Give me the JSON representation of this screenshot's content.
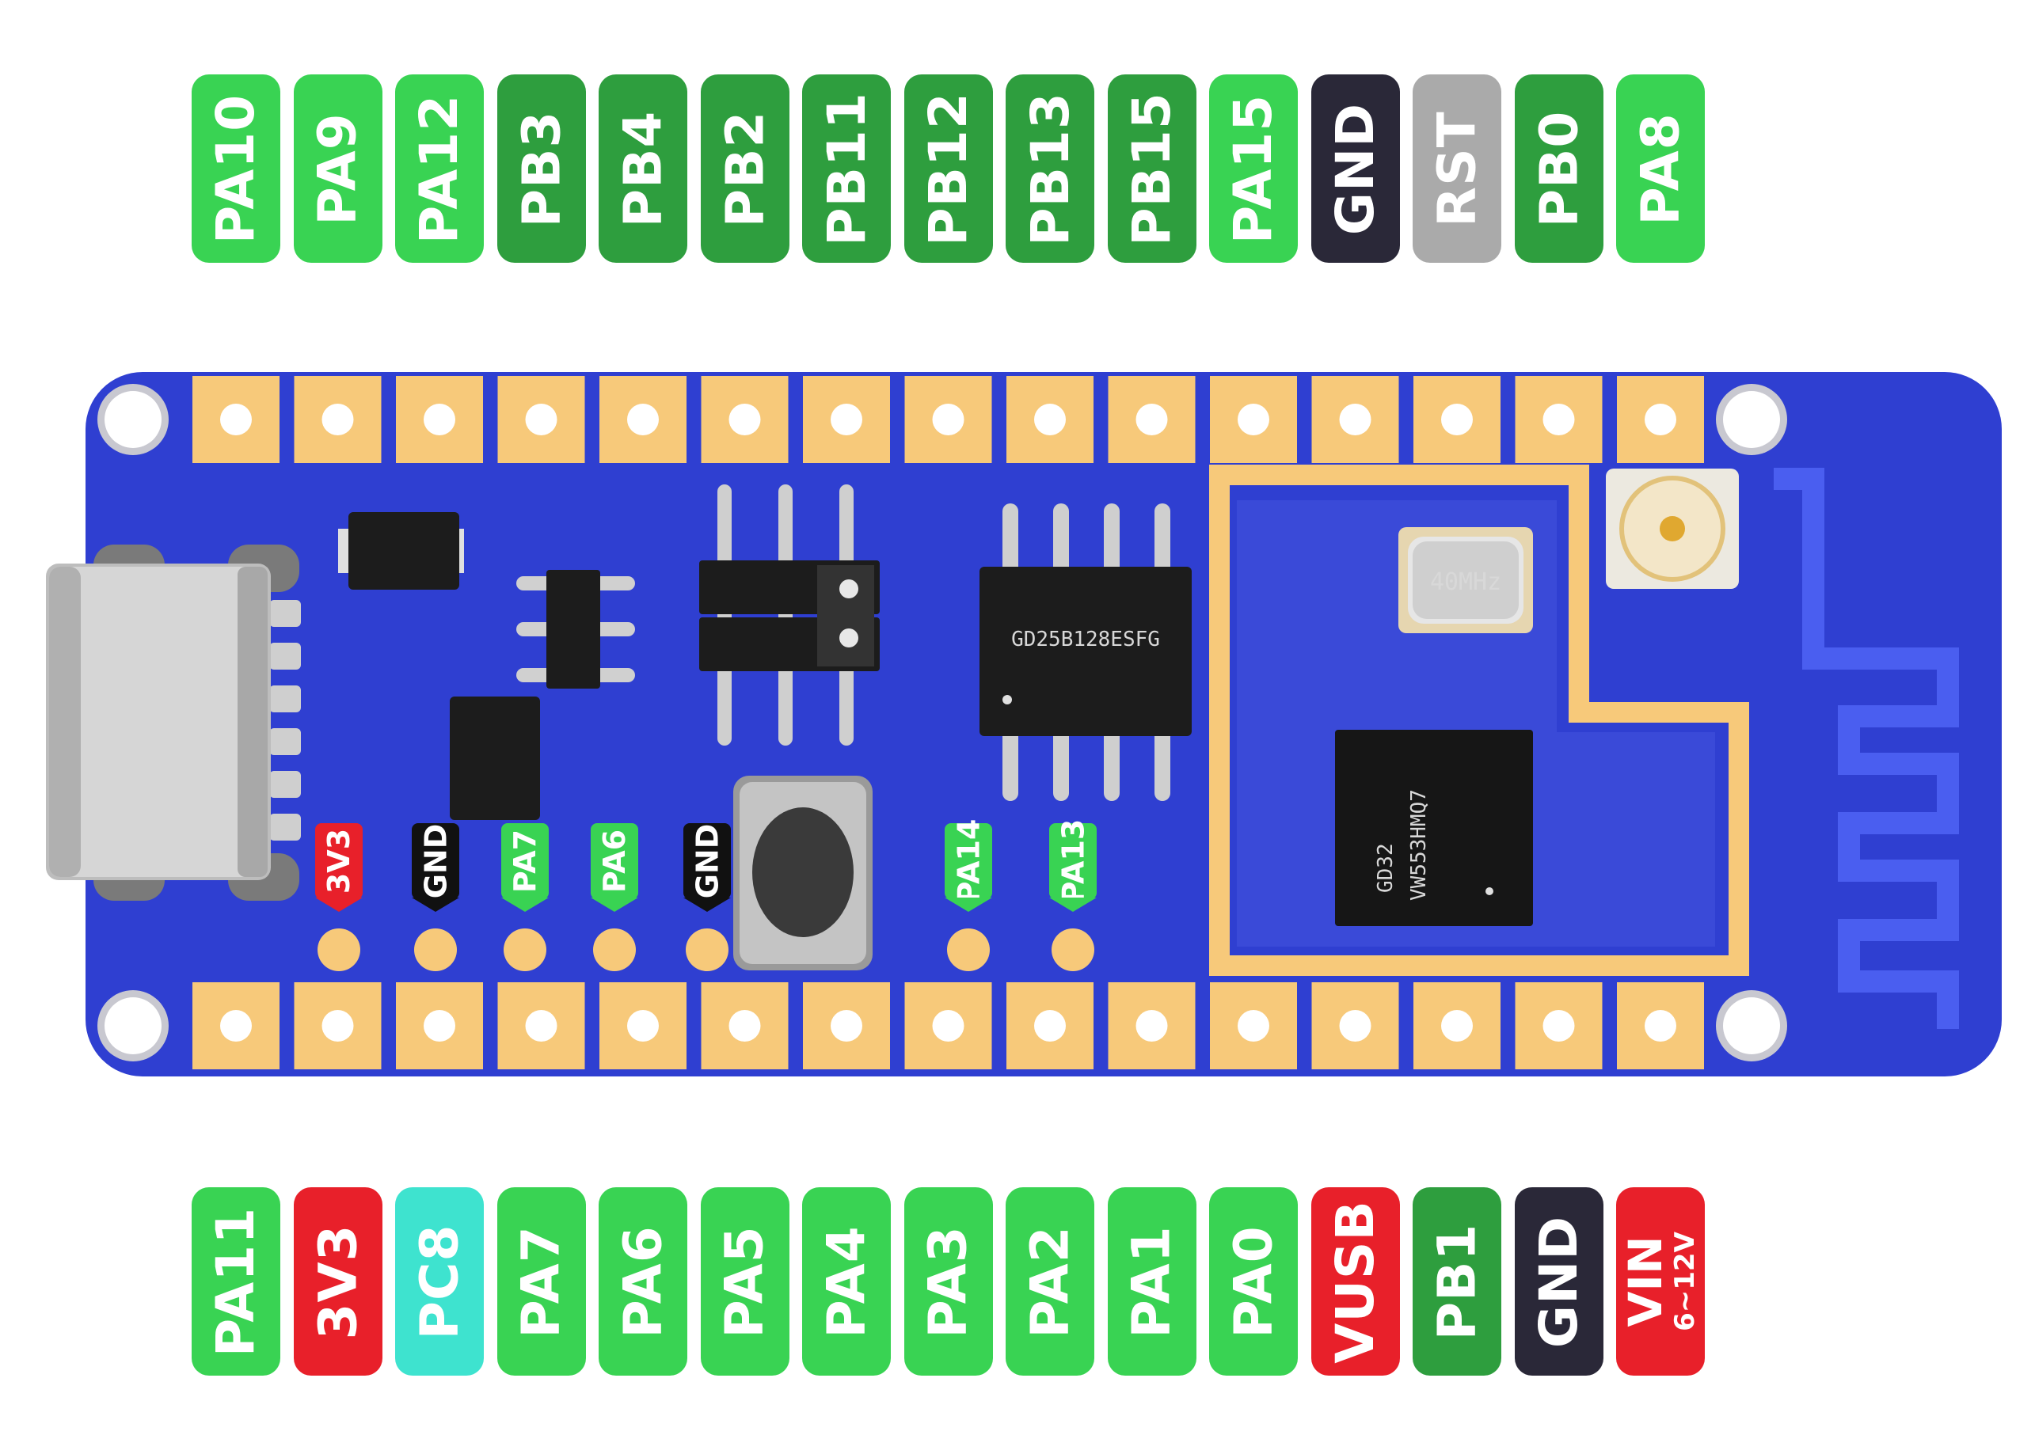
{
  "top_pins": [
    {
      "label": "PA10",
      "color": "#39d353"
    },
    {
      "label": "PA9",
      "color": "#39d353"
    },
    {
      "label": "PA12",
      "color": "#39d353"
    },
    {
      "label": "PB3",
      "color": "#2e9e3e"
    },
    {
      "label": "PB4",
      "color": "#2e9e3e"
    },
    {
      "label": "PB2",
      "color": "#2e9e3e"
    },
    {
      "label": "PB11",
      "color": "#2e9e3e"
    },
    {
      "label": "PB12",
      "color": "#2e9e3e"
    },
    {
      "label": "PB13",
      "color": "#2e9e3e"
    },
    {
      "label": "PB15",
      "color": "#2e9e3e"
    },
    {
      "label": "PA15",
      "color": "#39d353"
    },
    {
      "label": "GND",
      "color": "#2a2838"
    },
    {
      "label": "RST",
      "color": "#aaaaaa"
    },
    {
      "label": "PB0",
      "color": "#2e9e3e"
    },
    {
      "label": "PA8",
      "color": "#39d353"
    }
  ],
  "bottom_pins": [
    {
      "label": "PA11",
      "color": "#39d353"
    },
    {
      "label": "3V3",
      "color": "#e8202a"
    },
    {
      "label": "PC8",
      "color": "#3ee3cf"
    },
    {
      "label": "PA7",
      "color": "#39d353"
    },
    {
      "label": "PA6",
      "color": "#39d353"
    },
    {
      "label": "PA5",
      "color": "#39d353"
    },
    {
      "label": "PA4",
      "color": "#39d353"
    },
    {
      "label": "PA3",
      "color": "#39d353"
    },
    {
      "label": "PA2",
      "color": "#39d353"
    },
    {
      "label": "PA1",
      "color": "#39d353"
    },
    {
      "label": "PA0",
      "color": "#39d353"
    },
    {
      "label": "VUSB",
      "color": "#e8202a"
    },
    {
      "label": "PB1",
      "color": "#2e9e3e"
    },
    {
      "label": "GND",
      "color": "#2a2838"
    },
    {
      "label": "VIN",
      "sub": "6~12V",
      "color": "#e8202a"
    }
  ],
  "board_tags": [
    {
      "label": "3V3",
      "color": "#e8202a"
    },
    {
      "label": "GND",
      "color": "#111111"
    },
    {
      "label": "PA7",
      "color": "#39d353"
    },
    {
      "label": "PA6",
      "color": "#39d353"
    },
    {
      "label": "GND",
      "color": "#111111"
    },
    {
      "label": "PA14",
      "color": "#39d353"
    },
    {
      "label": "PA13",
      "color": "#39d353"
    }
  ],
  "chips": {
    "flash": "GD25B128ESFG",
    "mcu_line1": "GD32",
    "mcu_line2": "VW553HMQ7",
    "crystal": "40MHz"
  },
  "colors": {
    "board": "#2f3fd1",
    "pad": "#f7c97a",
    "antenna": "#4a5ef0"
  }
}
